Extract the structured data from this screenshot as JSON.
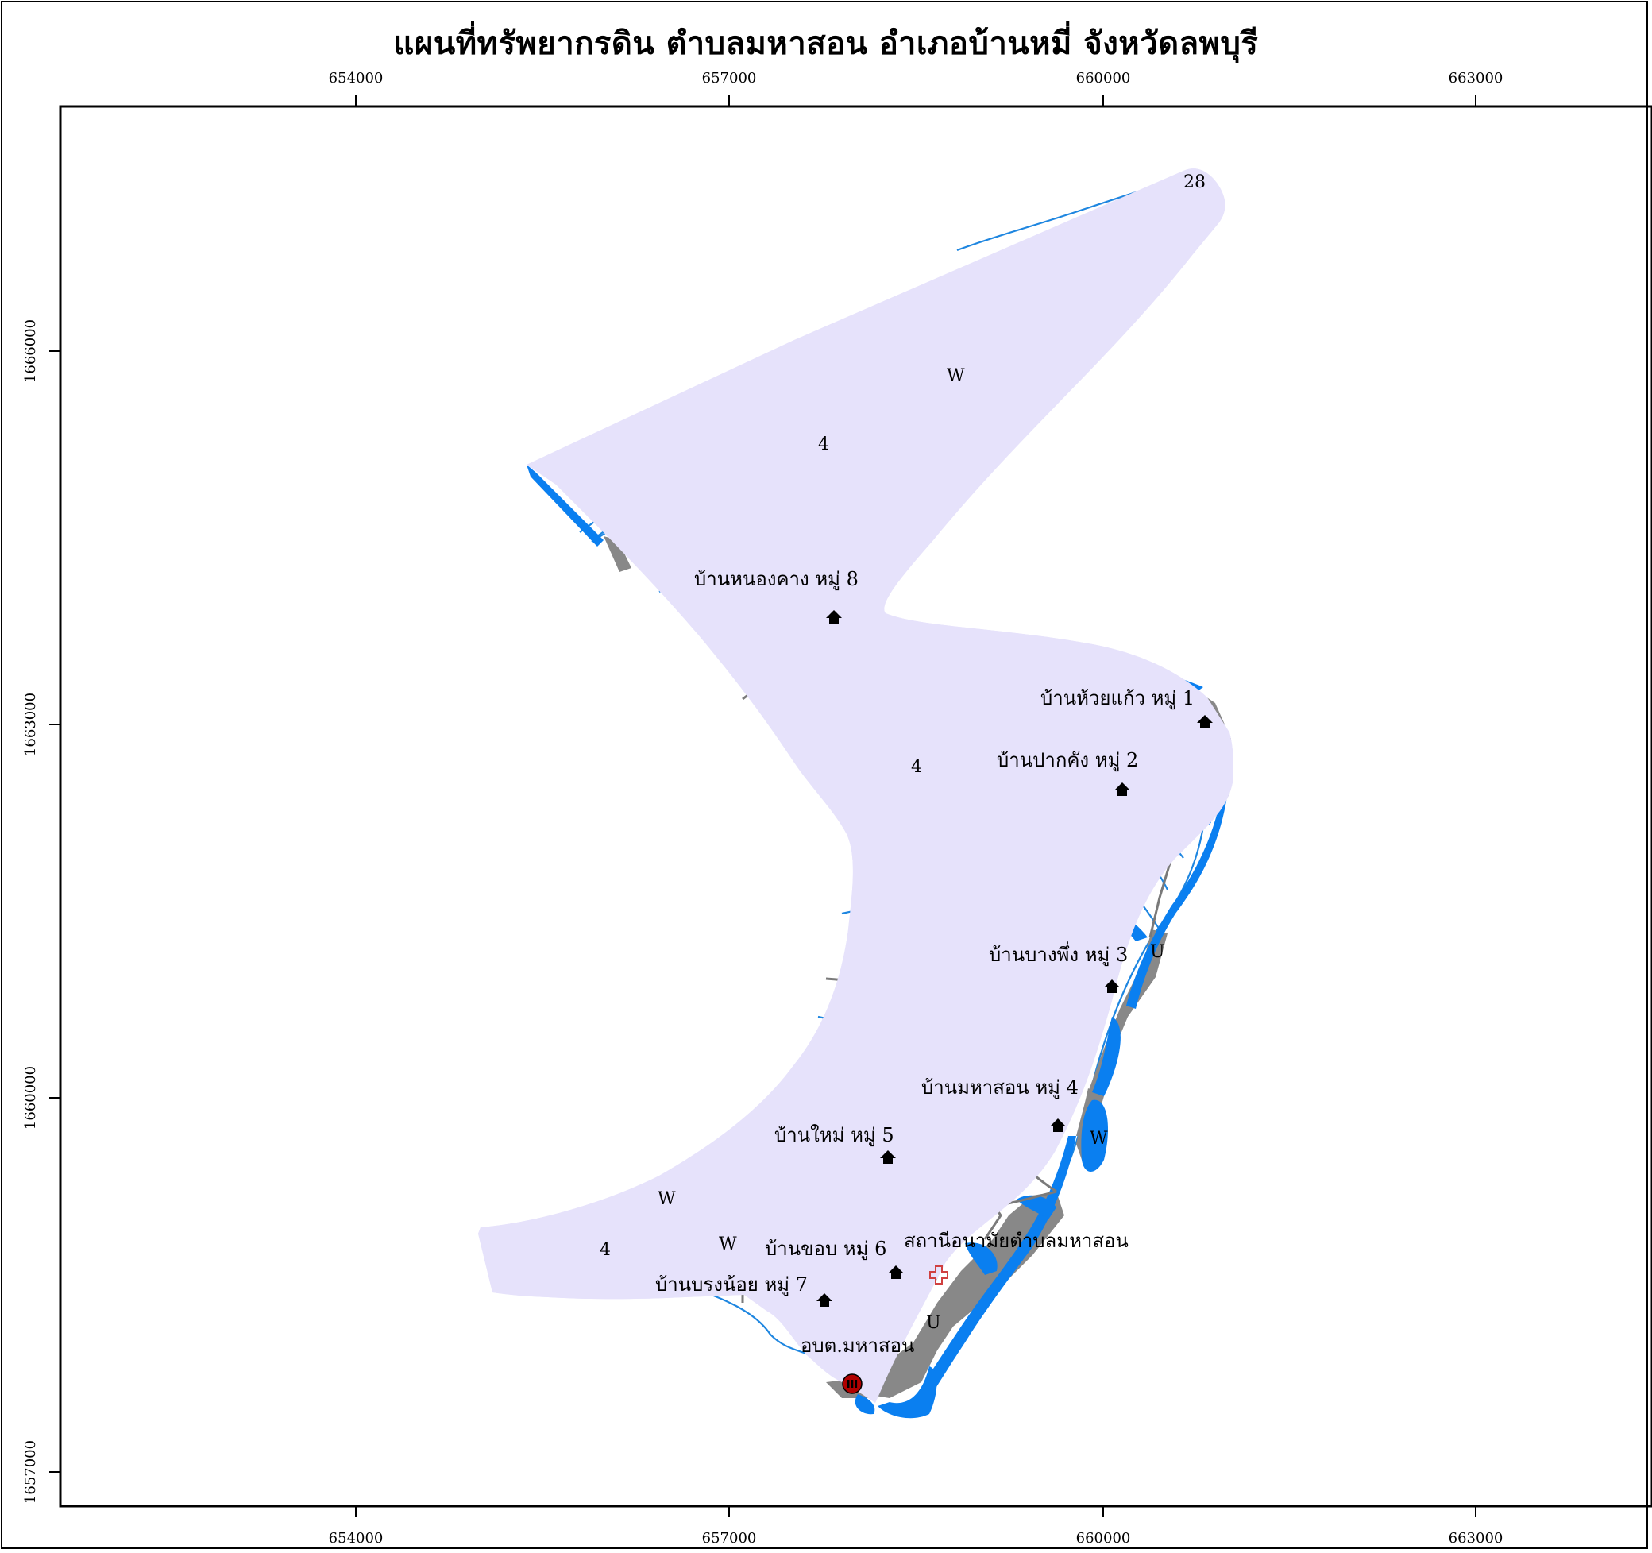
{
  "title": "แผนที่ทรัพยากรดิน ตำบลมหาสอน อำเภอบ้านหมี่ จังหวัดลพบุรี",
  "x_ticks": [
    "654000",
    "657000",
    "660000",
    "663000"
  ],
  "y_ticks": [
    "1666000",
    "1663000",
    "1660000",
    "1657000"
  ],
  "villages": [
    "บ้านหนองคาง หมู่ 8",
    "บ้านห้วยแก้ว หมู่ 1",
    "บ้านปากคัง หมู่ 2",
    "บ้านบางพึ่ง หมู่ 3",
    "บ้านมหาสอน หมู่ 4",
    "บ้านใหม่ หมู่ 5",
    "บ้านขอบ หมู่ 6",
    "บ้านบรงน้อย หมู่ 7"
  ],
  "facilities": {
    "health_station": "สถานีอนามัยตำบลมหาสอน",
    "sao_office": "อบต.มหาสอน"
  },
  "soil_units": [
    "28",
    "4",
    "4",
    "4",
    "W",
    "W",
    "W",
    "W",
    "U",
    "U"
  ],
  "colors": {
    "land": "#e6e2fb",
    "water": "#0a7ff0",
    "stream": "#1e86e0",
    "urban": "#888888",
    "boundary": "#000000",
    "office_marker": "#b00000"
  },
  "icons": {
    "village": "house-icon",
    "health": "health-cross-icon",
    "office": "government-office-icon"
  }
}
